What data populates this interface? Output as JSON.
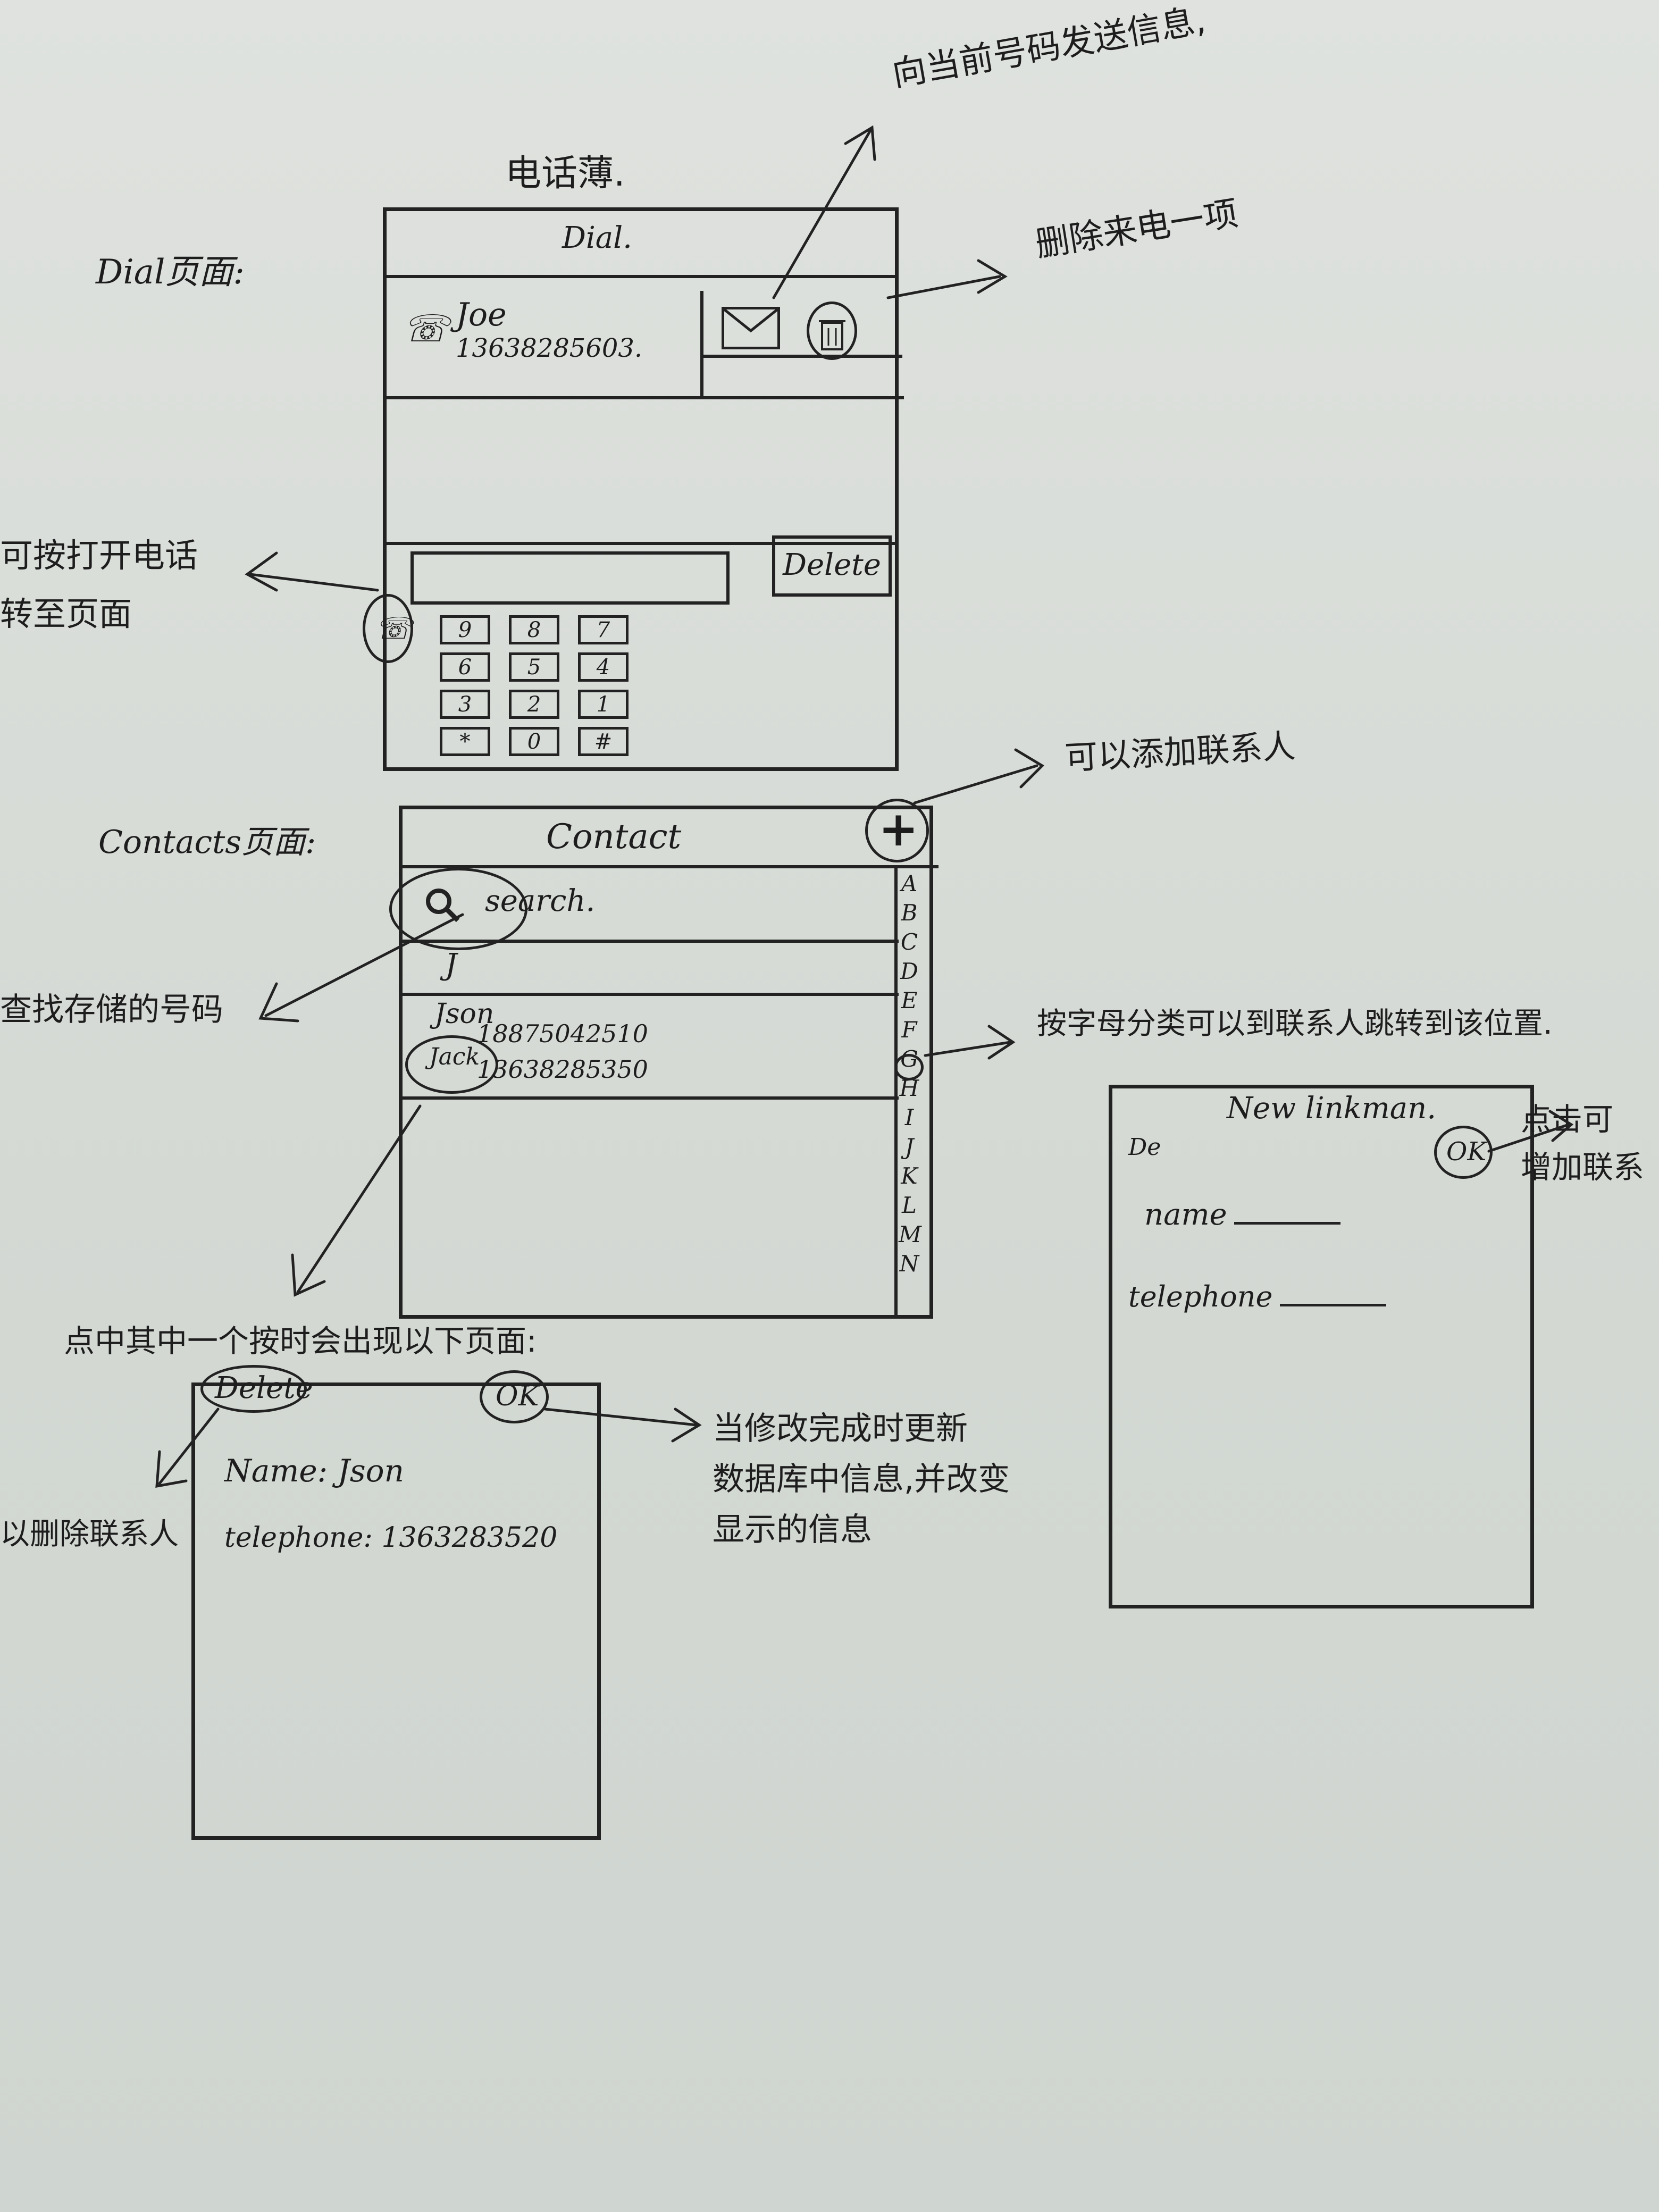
{
  "page_heading": "电话薄.",
  "dial": {
    "section_label": "Dial页面:",
    "title": "Dial.",
    "contact_name": "Joe",
    "contact_number": "13638285603.",
    "delete_button": "Delete",
    "keypad": [
      "9",
      "8",
      "7",
      "6",
      "5",
      "4",
      "3",
      "2",
      "1",
      "*",
      "0",
      "#"
    ]
  },
  "contacts": {
    "section_label": "Contacts页面:",
    "title": "Contact",
    "search_placeholder": "search.",
    "group_letter": "J",
    "entries": [
      {
        "name": "Json",
        "number": "18875042510"
      },
      {
        "name": "Jack",
        "number": "13638285350"
      }
    ],
    "index_letters": [
      "A",
      "B",
      "C",
      "D",
      "E",
      "F",
      "G",
      "H",
      "I",
      "J",
      "K",
      "L",
      "M",
      "N"
    ]
  },
  "detail": {
    "caption": "点中其中一个按时会出现以下页面:",
    "delete_button": "Delete",
    "ok_button": "OK",
    "name_line": "Name: Json",
    "telephone_line": "telephone: 1363283520"
  },
  "new_linkman": {
    "title": "New linkman.",
    "ok_button": "OK",
    "corner_mark": "De",
    "name_label": "name",
    "telephone_label": "telephone"
  },
  "annotations": {
    "send_message": "向当前号码发送信息,",
    "delete_record": "删除来电一项",
    "dial_page": "可按打开电话\n转至页面",
    "add_contact": "可以添加联系人",
    "search_contacts": "查找存储的号码",
    "jump_letter": "按字母分类可以到联系人跳转到该位置.",
    "edit_complete": "当修改完成时更新\n数据库中信息,并改变\n显示的信息",
    "delete_contact": "以删除联系人",
    "confirm_add": "点击可\n增加联系"
  }
}
